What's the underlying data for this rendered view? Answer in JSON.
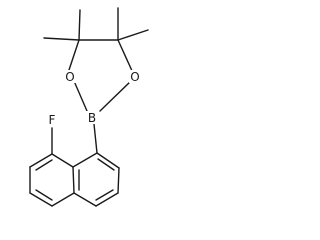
{
  "molecule": {
    "atoms": {
      "oxygen_left": "O",
      "oxygen_right": "O",
      "boron": "B",
      "fluorine": "F"
    }
  }
}
